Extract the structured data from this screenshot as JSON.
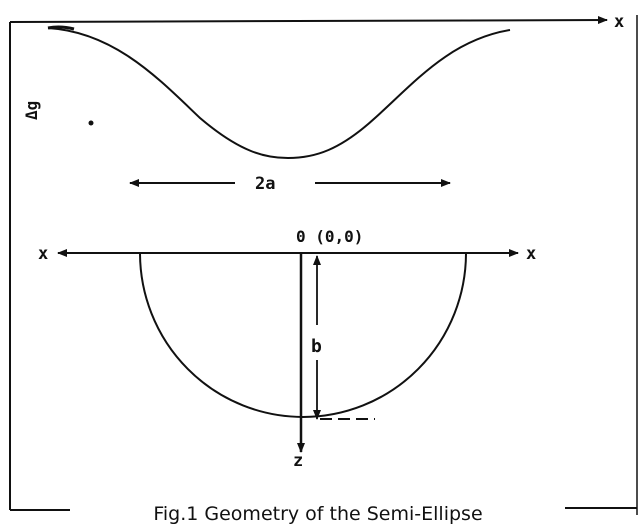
{
  "labels": {
    "top_axis": "x",
    "delta_g": "Δg",
    "width": "2a",
    "origin": "0 (0,0)",
    "left_axis": "x",
    "right_axis": "x",
    "depth": "b",
    "z_axis": "z"
  },
  "caption": "Fig.1 Geometry of the Semi-Ellipse"
}
